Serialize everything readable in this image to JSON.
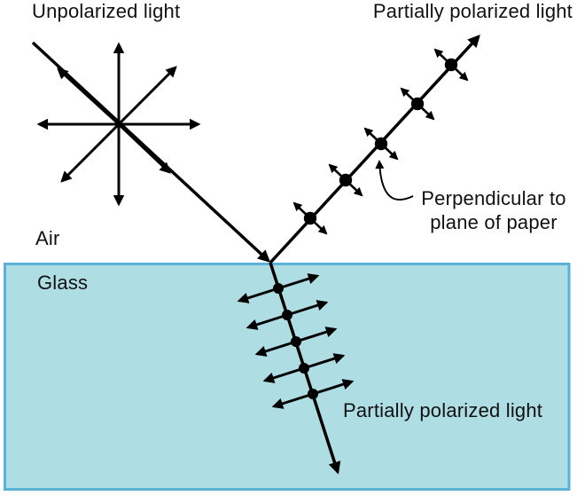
{
  "colors": {
    "background": "#ffffff",
    "line": "#000000",
    "glass_fill": "#aedde4",
    "glass_border": "#5ab3d6",
    "text": "#111111"
  },
  "labels": {
    "unpolarized_light": "Unpolarized light",
    "partially_polarized_top": "Partially polarized light",
    "perpendicular_note_line1": "Perpendicular to",
    "perpendicular_note_line2": "plane of paper",
    "air": "Air",
    "glass": "Glass",
    "partially_polarized_glass": "Partially polarized light"
  },
  "icons": {
    "arrowhead": "filled-triangle-arrowhead",
    "polarization_dot": "filled-circle-dot-perpendicular-polarization",
    "double_arrow": "double-headed-electric-field-arrow",
    "curved_pointer": "curved-callout-arrow"
  }
}
